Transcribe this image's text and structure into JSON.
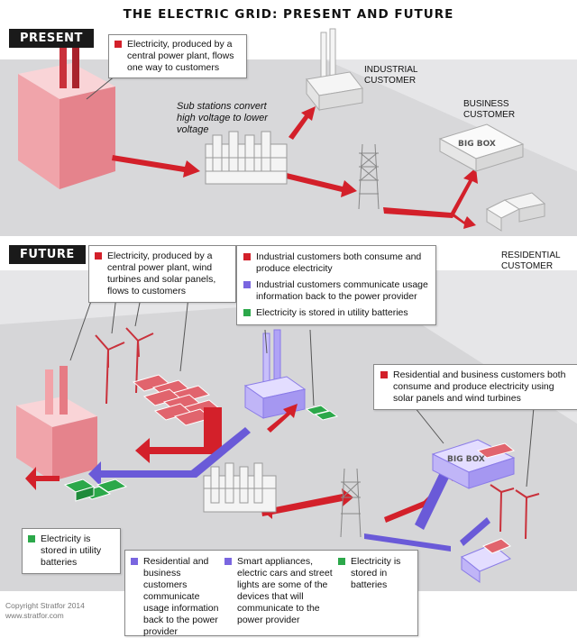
{
  "title": "THE ELECTRIC GRID: PRESENT AND FUTURE",
  "present": {
    "tag": "PRESENT",
    "callout_power_plant": "Electricity, produced by a central power plant, flows one way to customers",
    "substation_label": "Sub stations convert high voltage to lower voltage",
    "industrial_label": "INDUSTRIAL CUSTOMER",
    "business_label": "BUSINESS CUSTOMER",
    "residential_label": "RESIDENTIAL CUSTOMER",
    "business_sign": "BIG BOX"
  },
  "future": {
    "tag": "FUTURE",
    "callout_power_plant": "Electricity, produced by a central power plant, wind turbines and solar panels, flows to customers",
    "callout_industrial": [
      {
        "color": "red",
        "text": "Industrial customers both consume and produce electricity"
      },
      {
        "color": "purple",
        "text": "Industrial customers communicate usage information back to the power provider"
      },
      {
        "color": "green",
        "text": "Electricity is stored in utility batteries"
      }
    ],
    "callout_res_business": "Residential and business customers both consume and produce electricity using solar panels and wind turbines",
    "callout_batteries_left": "Electricity is stored in utility batteries",
    "bottom_callouts": [
      {
        "color": "purple",
        "text": "Residential and business customers communicate usage information back to the power provider"
      },
      {
        "color": "purple",
        "text": "Smart appliances, electric cars and street lights are some of the devices that will communicate to the power provider"
      },
      {
        "color": "green",
        "text": "Electricity is stored in batteries"
      }
    ],
    "business_sign": "BIG BOX"
  },
  "copyright": {
    "line1": "Copyright Stratfor 2014",
    "line2": "www.stratfor.com"
  },
  "colors": {
    "arrow_red": "#d3202a",
    "arrow_purple": "#6a5ad8",
    "battery_green": "#2ca84a",
    "ground": "#d6d6d8"
  }
}
